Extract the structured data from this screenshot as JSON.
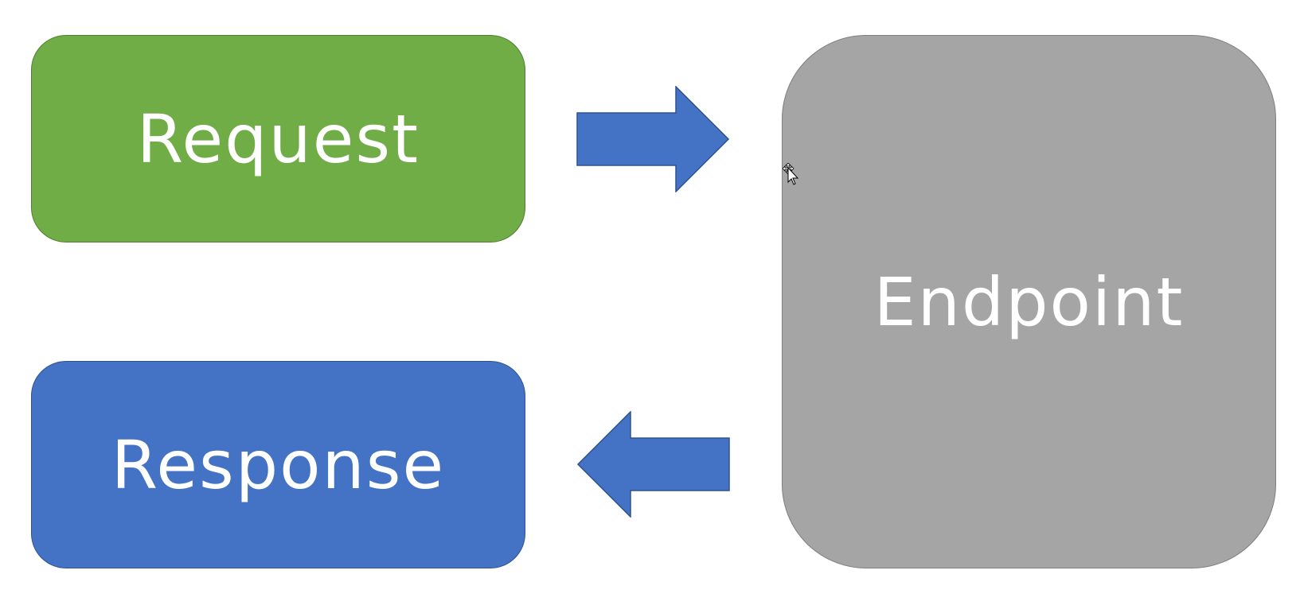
{
  "diagram": {
    "nodes": {
      "request": {
        "label": "Request",
        "color": "#70ad47"
      },
      "response": {
        "label": "Response",
        "color": "#4472c4"
      },
      "endpoint": {
        "label": "Endpoint",
        "color": "#a5a5a5"
      }
    },
    "edges": [
      {
        "from": "request",
        "to": "endpoint",
        "direction": "right",
        "color": "#4472c4"
      },
      {
        "from": "endpoint",
        "to": "response",
        "direction": "left",
        "color": "#4472c4"
      }
    ],
    "cursor_icon": "move-cursor-icon"
  }
}
